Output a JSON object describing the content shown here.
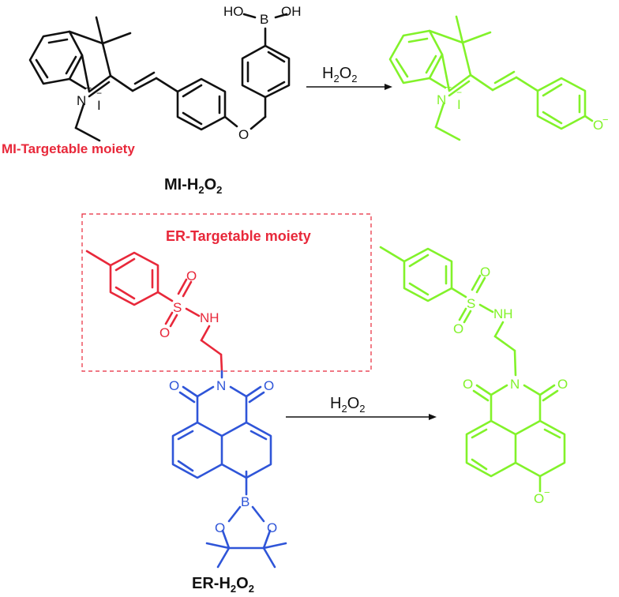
{
  "colors": {
    "black": "#111111",
    "red": "#e8283a",
    "blue": "#2f55d8",
    "green": "#82f22a",
    "box": "#e8283a"
  },
  "top": {
    "probe_name_main": "MI-H",
    "probe_name_sub1": "2",
    "probe_name_mid": "O",
    "probe_name_sub2": "2",
    "moiety_label": "MI-Targetable moiety",
    "reagent_main": "H",
    "reagent_sub1": "2",
    "reagent_mid": "O",
    "reagent_sub2": "2",
    "atoms": {
      "ho": "HO",
      "b": "B",
      "oh": "OH",
      "n": "N",
      "plus": "+",
      "iodide": "I",
      "minus": "−",
      "o_ether": "O",
      "o_product": "O",
      "o_minus": "−"
    }
  },
  "bottom": {
    "probe_name_main": "ER-H",
    "probe_name_sub1": "2",
    "probe_name_mid": "O",
    "probe_name_sub2": "2",
    "moiety_label": "ER-Targetable moiety",
    "reagent_main": "H",
    "reagent_sub1": "2",
    "reagent_mid": "O",
    "reagent_sub2": "2",
    "atoms": {
      "s": "S",
      "o": "O",
      "nh": "NH",
      "n": "N",
      "b": "B",
      "o_minus": "−"
    }
  }
}
